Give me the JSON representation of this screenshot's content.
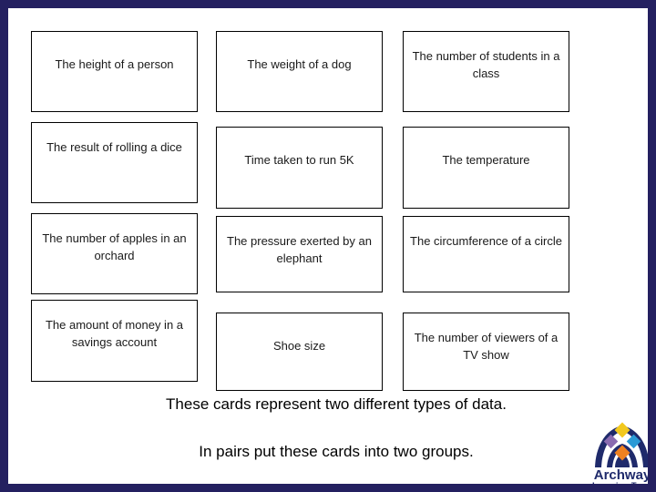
{
  "slide": {
    "border_color": "#242060",
    "background_color": "#ffffff"
  },
  "cards": [
    {
      "id": "height-of-a-person",
      "label": "The height of a person",
      "lines": 1,
      "row": 0,
      "col": 0
    },
    {
      "id": "weight-of-a-dog",
      "label": "The weight of a dog",
      "lines": 1,
      "row": 0,
      "col": 1
    },
    {
      "id": "number-of-students",
      "label": "The number of students in a class",
      "lines": 2,
      "row": 0,
      "col": 2
    },
    {
      "id": "result-of-rolling-a-dice",
      "label": "The result of rolling a dice",
      "lines": 2,
      "row": 1,
      "col": 0
    },
    {
      "id": "time-taken-to-run-5k",
      "label": "Time taken to run 5K",
      "lines": 1,
      "row": 1,
      "col": 1
    },
    {
      "id": "the-temperature",
      "label": "The temperature",
      "lines": 1,
      "row": 1,
      "col": 2
    },
    {
      "id": "number-of-apples",
      "label": "The number of apples in an orchard",
      "lines": 2,
      "row": 2,
      "col": 0
    },
    {
      "id": "pressure-by-an-elephant",
      "label": "The pressure exerted by an elephant",
      "lines": 2,
      "row": 2,
      "col": 1
    },
    {
      "id": "circumference-of-a-circle",
      "label": "The circumference of a circle",
      "lines": 2,
      "row": 2,
      "col": 2
    },
    {
      "id": "amount-of-money",
      "label": "The amount of money in a savings account",
      "lines": 2,
      "row": 3,
      "col": 0
    },
    {
      "id": "shoe-size",
      "label": "Shoe size",
      "lines": 1,
      "row": 3,
      "col": 1
    },
    {
      "id": "number-of-viewers",
      "label": "The number of viewers of a TV show",
      "lines": 2,
      "row": 3,
      "col": 2
    }
  ],
  "instructions": {
    "line1": "These cards represent two different types of data.",
    "line2": "In pairs put these cards into two groups."
  },
  "logo": {
    "name": "Archway Learning Trust",
    "primary_text": "Archway",
    "secondary_text": "Learning Trust",
    "arch_color": "#1f2a6b",
    "diamond_top_color": "#f2c81e",
    "diamond_left_color": "#8a6bb0",
    "diamond_right_color": "#2b9ad6",
    "diamond_bottom_color": "#ef8120"
  }
}
